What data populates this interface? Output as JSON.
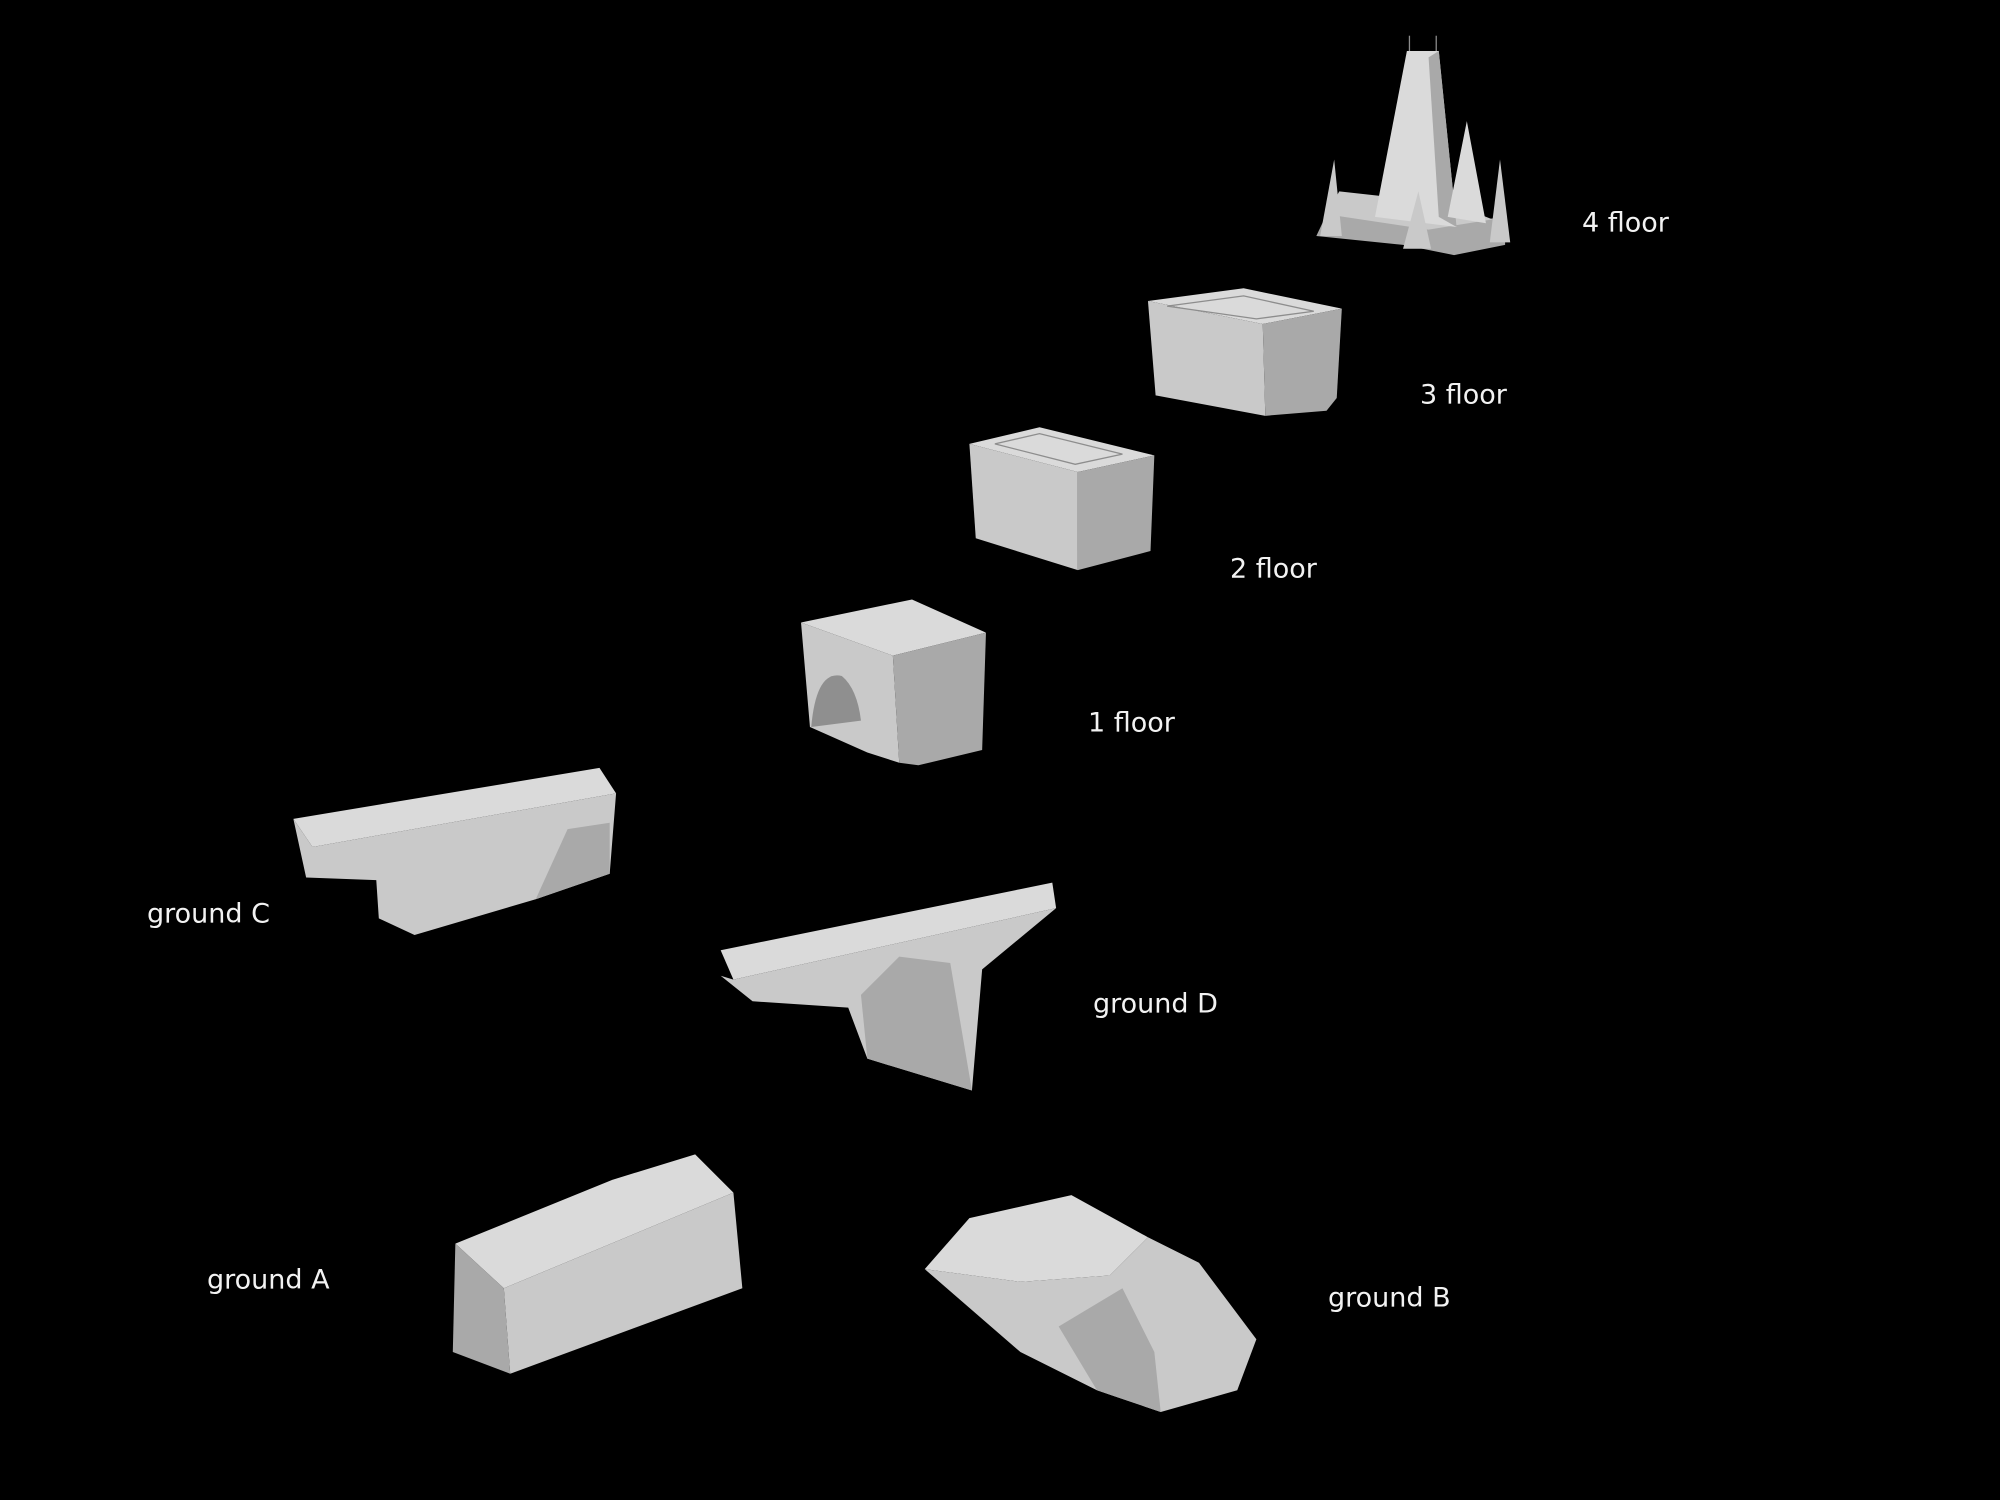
{
  "parts": [
    {
      "id": "floor-4",
      "label": "4 floor"
    },
    {
      "id": "floor-3",
      "label": "3 floor"
    },
    {
      "id": "floor-2",
      "label": "2 floor"
    },
    {
      "id": "floor-1",
      "label": "1 floor"
    },
    {
      "id": "ground-c",
      "label": "ground C"
    },
    {
      "id": "ground-d",
      "label": "ground D"
    },
    {
      "id": "ground-a",
      "label": "ground A"
    },
    {
      "id": "ground-b",
      "label": "ground B"
    }
  ]
}
